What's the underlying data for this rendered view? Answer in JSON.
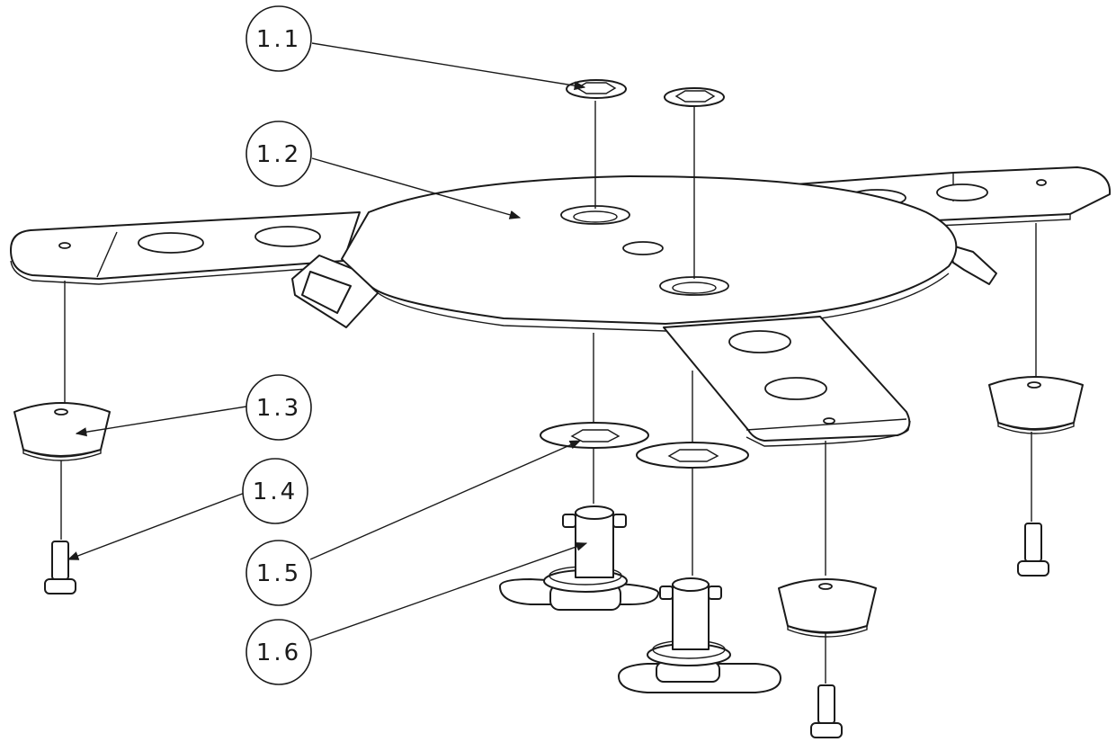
{
  "callouts": [
    {
      "id": "c11",
      "label": "1.1"
    },
    {
      "id": "c12",
      "label": "1.2"
    },
    {
      "id": "c13",
      "label": "1.3"
    },
    {
      "id": "c14",
      "label": "1.4"
    },
    {
      "id": "c15",
      "label": "1.5"
    },
    {
      "id": "c16",
      "label": "1.6"
    }
  ],
  "colors": {
    "line": "#1a1a1a",
    "background": "#ffffff"
  }
}
